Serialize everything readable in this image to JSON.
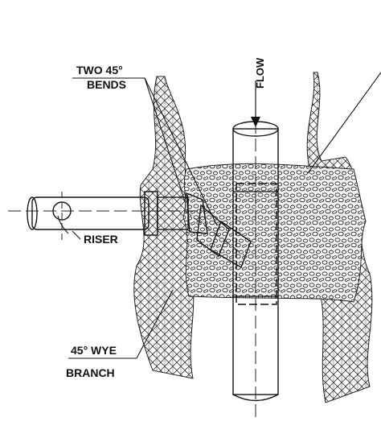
{
  "labels": {
    "bends_line1": "TWO 45°",
    "bends_line2": "BENDS",
    "flow": "FLOW",
    "riser": "RISER",
    "wye_line1": "45° WYE",
    "wye_line2": "BRANCH"
  },
  "colors": {
    "ink": "#151515",
    "background": "#ffffff"
  }
}
